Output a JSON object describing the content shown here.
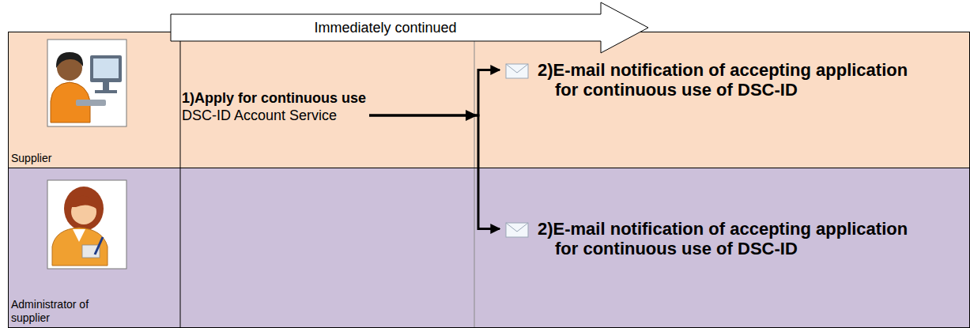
{
  "diagram": {
    "nodes": [
      {
        "text": [
          "Immediately continued"
        ]
      },
      {
        "text": [
          "Supplier"
        ]
      },
      {
        "text": [
          "Administrator of supplier"
        ]
      },
      {
        "text": [
          "1)Apply for continuous use",
          "DSC-ID Account Service"
        ],
        "in": 1
      },
      {
        "text": [
          "2)E-mail notification of accepting application for continuous use of DSC-ID"
        ],
        "in": 1
      },
      {
        "text": [
          "2)E-mail notification of accepting application for continuous use of DSC-ID"
        ],
        "in": 2
      }
    ],
    "edges": [
      {
        "from": 3,
        "to": 4,
        "arrow": "to"
      },
      {
        "from": 3,
        "to": 5,
        "arrow": "to"
      }
    ]
  }
}
